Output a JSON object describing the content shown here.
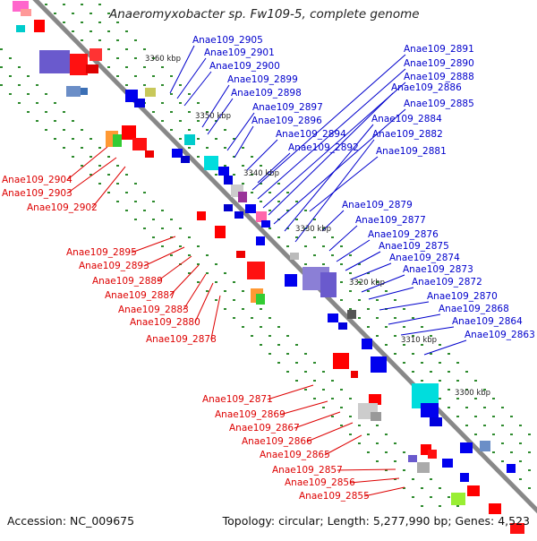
{
  "title": "Anaeromyxobacter sp. Fw109-5, complete genome",
  "footer": {
    "accession": "Accession: NC_009675",
    "summary": "Topology: circular; Length: 5,277,990 bp; Genes: 4,523"
  },
  "colors": {
    "forward_label": "#0000cc",
    "reverse_label": "#dd0000",
    "backbone": "#888888",
    "tick_dots": "#2e8b2e"
  },
  "ticks": [
    "3360 kbp",
    "3350 kbp",
    "3340 kbp",
    "3330 kbp",
    "3320 kbp",
    "3310 kbp",
    "3300 kbp"
  ],
  "forward_genes": [
    "Anae109_2905",
    "Anae109_2901",
    "Anae109_2900",
    "Anae109_2899",
    "Anae109_2898",
    "Anae109_2897",
    "Anae109_2896",
    "Anae109_2894",
    "Anae109_2892",
    "Anae109_2891",
    "Anae109_2890",
    "Anae109_2888",
    "Anae109_2886",
    "Anae109_2885",
    "Anae109_2884",
    "Anae109_2882",
    "Anae109_2881",
    "Anae109_2879",
    "Anae109_2877",
    "Anae109_2876",
    "Anae109_2875",
    "Anae109_2874",
    "Anae109_2873",
    "Anae109_2872",
    "Anae109_2870",
    "Anae109_2868",
    "Anae109_2864",
    "Anae109_2863"
  ],
  "reverse_genes": [
    "Anae109_2904",
    "Anae109_2903",
    "Anae109_2902",
    "Anae109_2895",
    "Anae109_2893",
    "Anae109_2889",
    "Anae109_2887",
    "Anae109_2883",
    "Anae109_2880",
    "Anae109_2878",
    "Anae109_2871",
    "Anae109_2869",
    "Anae109_2867",
    "Anae109_2866",
    "Anae109_2865",
    "Anae109_2857",
    "Anae109_2856",
    "Anae109_2855"
  ]
}
